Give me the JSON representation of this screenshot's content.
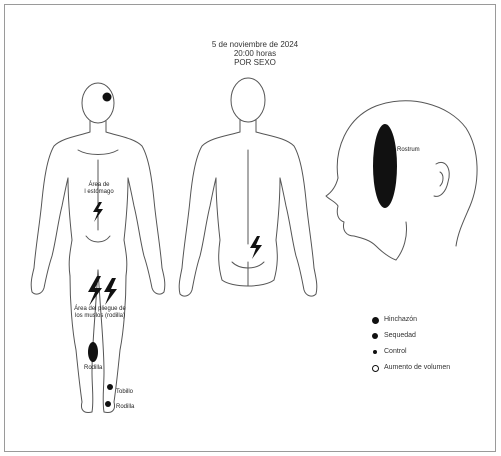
{
  "header": {
    "date": "5 de noviembre de 2024",
    "time": "20:00 horas",
    "title": "POR SEXO"
  },
  "annotations": {
    "abdomen": "Área de\nl estómago",
    "groin": "Área del pliegue de\nlos muslos (rodilla)",
    "knee": "Rodilla",
    "ankle": "Tobillo",
    "foot": "Rodilla",
    "ear": "Rostrum"
  },
  "legend": [
    {
      "label": "Hinchazón",
      "marker": "large-filled"
    },
    {
      "label": "Sequedad",
      "marker": "medium-filled"
    },
    {
      "label": "Control",
      "marker": "small-filled"
    },
    {
      "label": "Aumento de volumen",
      "marker": "open-circle"
    }
  ],
  "colors": {
    "ink": "#1a1a1a",
    "line": "#555555",
    "frame": "#9a9a9a"
  }
}
